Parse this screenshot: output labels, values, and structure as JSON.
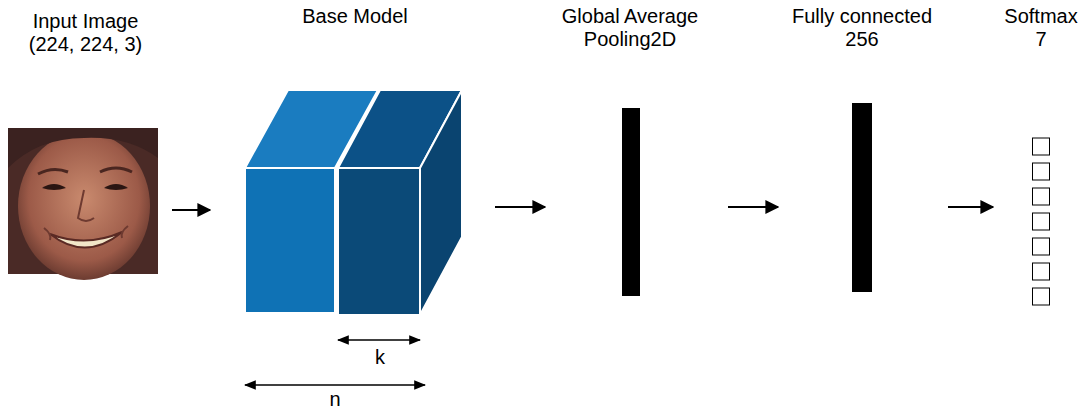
{
  "diagram": {
    "nodes": [
      {
        "text": [
          "Input Image (224, 224, 3)"
        ]
      },
      {
        "text": [
          "Base Model"
        ]
      },
      {
        "text": [
          "Global Average Pooling2D"
        ]
      },
      {
        "text": [
          "Fully connected 256"
        ]
      },
      {
        "text": [
          "Softmax 7"
        ]
      }
    ],
    "edges": [
      {
        "from": 0,
        "to": 1,
        "arrow": "to"
      },
      {
        "from": 1,
        "to": 2,
        "arrow": "to"
      },
      {
        "from": 2,
        "to": 3,
        "arrow": "to"
      },
      {
        "from": 3,
        "to": 4,
        "arrow": "to"
      }
    ],
    "labels": [
      "k",
      "n"
    ]
  }
}
